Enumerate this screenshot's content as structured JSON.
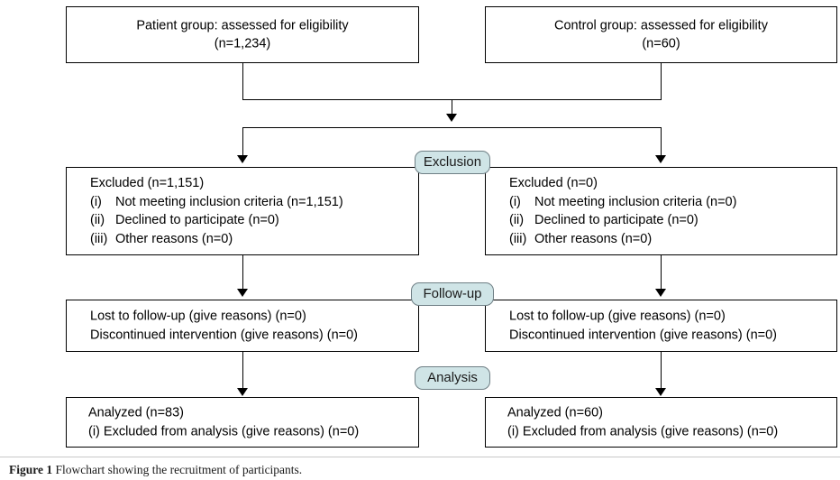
{
  "figure": {
    "label": "Figure 1",
    "caption_text": " Flowchart showing the recruitment of participants.",
    "badge_fill": "#cfe4e6",
    "badge_border": "#6f7f85",
    "box_border": "#000000",
    "background": "#ffffff"
  },
  "stages": [
    {
      "id": "exclusion",
      "label": "Exclusion"
    },
    {
      "id": "follow-up",
      "label": "Follow-up"
    },
    {
      "id": "analysis",
      "label": "Analysis"
    }
  ],
  "flow": {
    "enrollment": {
      "patient": {
        "title": "Patient group: assessed for eligibility",
        "count": "(n=1,234)"
      },
      "control": {
        "title": "Control group: assessed for eligibility",
        "count": "(n=60)"
      }
    },
    "exclusion": {
      "patient": {
        "heading": "Excluded (n=1,151)",
        "items": [
          {
            "num": "(i)",
            "text": "Not meeting inclusion criteria (n=1,151)"
          },
          {
            "num": "(ii)",
            "text": "Declined to participate (n=0)"
          },
          {
            "num": "(iii)",
            "text": "Other reasons (n=0)"
          }
        ]
      },
      "control": {
        "heading": "Excluded (n=0)",
        "items": [
          {
            "num": "(i)",
            "text": "Not meeting inclusion criteria (n=0)"
          },
          {
            "num": "(ii)",
            "text": "Declined to participate (n=0)"
          },
          {
            "num": "(iii)",
            "text": "Other reasons (n=0)"
          }
        ]
      }
    },
    "followup": {
      "patient": {
        "line1": "Lost to follow-up (give reasons) (n=0)",
        "line2": "Discontinued intervention (give reasons) (n=0)"
      },
      "control": {
        "line1": "Lost to follow-up (give reasons) (n=0)",
        "line2": "Discontinued intervention (give reasons) (n=0)"
      }
    },
    "analysis": {
      "patient": {
        "line1": "Analyzed (n=83)",
        "line2": "(i) Excluded from analysis (give reasons) (n=0)"
      },
      "control": {
        "line1": "Analyzed (n=60)",
        "line2": "(i) Excluded from analysis (give reasons) (n=0)"
      }
    }
  }
}
